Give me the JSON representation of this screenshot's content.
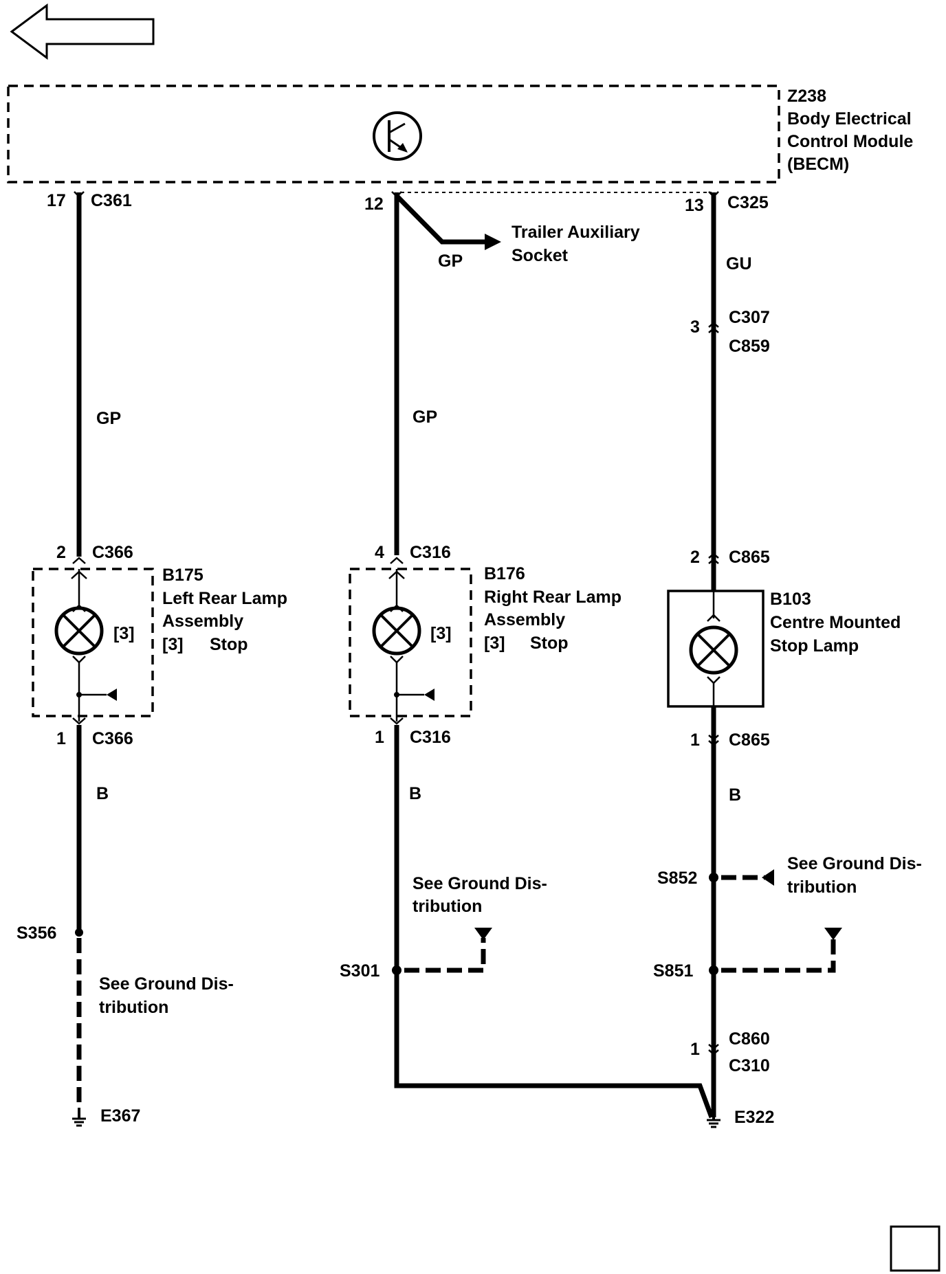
{
  "navigation": {
    "back_icon": "left-arrow-icon",
    "corner_box_icon": "empty-square-icon"
  },
  "module": {
    "id": "Z238",
    "name_line1": "Body Electrical",
    "name_line2": "Control Module",
    "name_line3": "(BECM)",
    "icon": "transistor-icon"
  },
  "connectors": {
    "c361": {
      "pin": "17",
      "name": "C361"
    },
    "c312": {
      "pin": "12"
    },
    "c325": {
      "pin": "13",
      "name": "C325"
    },
    "c307": {
      "pin": "3",
      "name_top": "C307",
      "name_bottom": "C859"
    },
    "c366_top": {
      "pin": "2",
      "name": "C366"
    },
    "c366_bot": {
      "pin": "1",
      "name": "C366"
    },
    "c316_top": {
      "pin": "4",
      "name": "C316"
    },
    "c316_bot": {
      "pin": "1",
      "name": "C316"
    },
    "c865_top": {
      "pin": "2",
      "name": "C865"
    },
    "c865_bot": {
      "pin": "1",
      "name": "C865"
    },
    "c860": {
      "pin": "1",
      "name_top": "C860",
      "name_bottom": "C310"
    }
  },
  "wires": {
    "left_top": "GP",
    "mid_top": "GP",
    "trailer": "GP",
    "right_top": "GU",
    "left_bot": "B",
    "mid_bot": "B",
    "right_bot": "B"
  },
  "trailer": {
    "line1": "Trailer Auxiliary",
    "line2": "Socket"
  },
  "components": {
    "b175": {
      "id": "B175",
      "line1": "Left Rear Lamp",
      "line2": "Assembly",
      "stop_idx": "[3]",
      "stop_label": "Stop",
      "lamp_idx": "[3]"
    },
    "b176": {
      "id": "B176",
      "line1": "Right Rear Lamp",
      "line2": "Assembly",
      "stop_idx": "[3]",
      "stop_label": "Stop",
      "lamp_idx": "[3]"
    },
    "b103": {
      "id": "B103",
      "line1": "Centre Mounted",
      "line2": "Stop Lamp"
    }
  },
  "splices": {
    "s356": "S356",
    "s301": "S301",
    "s852": "S852",
    "s851": "S851"
  },
  "ground_refs": {
    "left": {
      "line1": "See Ground Dis-",
      "line2": "tribution"
    },
    "mid": {
      "line1": "See Ground Dis-",
      "line2": "tribution"
    },
    "right": {
      "line1": "See Ground Dis-",
      "line2": "tribution"
    }
  },
  "grounds": {
    "e367": "E367",
    "e322": "E322"
  }
}
